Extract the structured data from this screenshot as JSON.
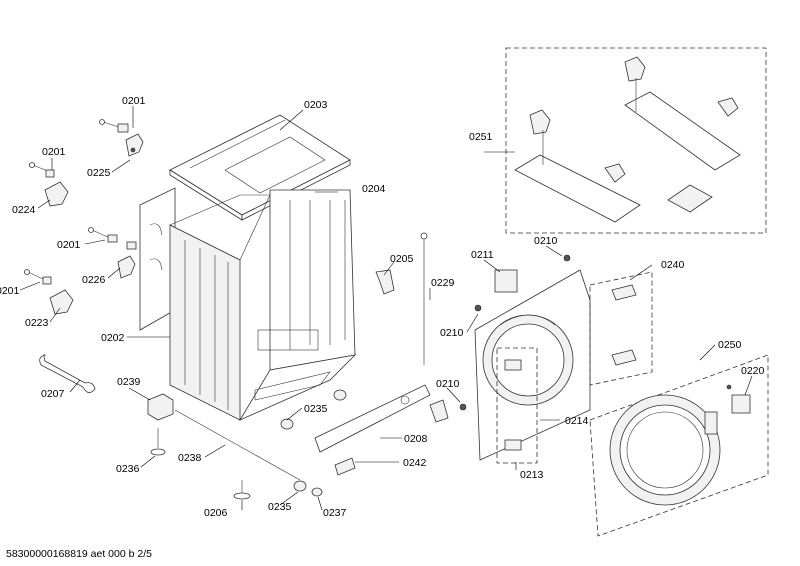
{
  "part_labels": {
    "p0201_a": "0201",
    "p0201_b": "0201",
    "p0201_c": "0201",
    "p0201_d": "0201",
    "p0203": "0203",
    "p0204": "0204",
    "p0225": "0225",
    "p0224": "0224",
    "p0226": "0226",
    "p0223": "0223",
    "p0202": "0202",
    "p0205": "0205",
    "p0229": "0229",
    "p0207": "0207",
    "p0239": "0239",
    "p0236": "0236",
    "p0238": "0238",
    "p0235_a": "0235",
    "p0235_b": "0235",
    "p0206": "0206",
    "p0237": "0237",
    "p0208": "0208",
    "p0242": "0242",
    "p0210_a": "0210",
    "p0210_b": "0210",
    "p0210_c": "0210",
    "p0211": "0211",
    "p0240": "0240",
    "p0214": "0214",
    "p0213": "0213",
    "p0251": "0251",
    "p0250": "0250",
    "p0220": "0220"
  },
  "footer": "58300000168819 aet 000 b 2/5"
}
